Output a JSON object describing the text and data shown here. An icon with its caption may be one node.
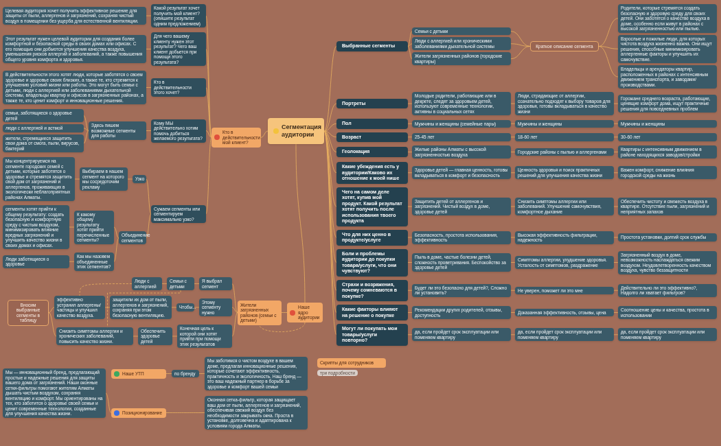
{
  "diagram": {
    "nodes": [
      {
        "text": [
          "Сегментация аудитории"
        ]
      },
      {
        "text": [
          "Выбранные сегменты"
        ]
      },
      {
        "text": [
          "Семьи с детьми"
        ]
      },
      {
        "text": [
          "Люди с аллергией или хроническими заболеваниями дыхательной системы"
        ]
      },
      {
        "text": [
          "Жители загрязненных районов (городские квартиры)"
        ]
      },
      {
        "text": [
          "Краткое описание сегмента"
        ]
      },
      {
        "text": [
          "Родители, которые стремятся создать безопасную и здоровую среду для своих детей. Они заботятся о качестве воздуха в доме, особенно если живут в районах с высокой загрязненностью или пылью."
        ]
      },
      {
        "text": [
          "Взрослые и пожилые люди, для которых чистота воздуха жизненно важна. Они ищут решения, способные минимизировать аллергенные факторы и улучшить их самочувствие."
        ]
      },
      {
        "text": [
          "Владельцы и арендаторы квартир, расположенных в районах с интенсивным движением транспорта, и заводами/производствами."
        ]
      },
      {
        "text": [
          "Портреты"
        ]
      },
      {
        "text": [
          "Молодые родители, работающие или в декрете, следят за здоровьем детей, используют современные технологии, активны в социальных сетях"
        ]
      },
      {
        "text": [
          "Люди, страдающие от аллергии, сознательно подходят к выбору товаров для здоровья, готовы вкладываться в качество жизни"
        ]
      },
      {
        "text": [
          "Горожане среднего возраста, работающие, ценящие комфорт дома, ищут практичные решения для повседневных проблем"
        ]
      },
      {
        "text": [
          "Пол"
        ]
      },
      {
        "text": [
          "Мужчины и женщины (семейные пары)"
        ]
      },
      {
        "text": [
          "Мужчины и женщины"
        ]
      },
      {
        "text": [
          "Мужчины и женщины"
        ]
      },
      {
        "text": [
          "Возраст"
        ]
      },
      {
        "text": [
          "25-45 лет"
        ]
      },
      {
        "text": [
          "18-60 лет"
        ]
      },
      {
        "text": [
          "30-60 лет"
        ]
      },
      {
        "text": [
          "Геолокация"
        ]
      },
      {
        "text": [
          "Жилые районы Алматы с высокой загрязненностью воздуха"
        ]
      },
      {
        "text": [
          "Городские районы с пылью и аллергенами"
        ]
      },
      {
        "text": [
          "Квартиры с интенсивным движением в районе находящихся заводов/стройки"
        ]
      },
      {
        "text": [
          "Какие убеждения есть у аудитории/Каково их отношение к моей нише"
        ]
      },
      {
        "text": [
          "Здоровье детей — главная ценность, готовы вкладываться в комфорт и безопасность"
        ]
      },
      {
        "text": [
          "Ценность здоровья и поиск практичных решений для улучшения качества жизни"
        ]
      },
      {
        "text": [
          "Важен комфорт, снижение влияния городской среды на жизнь"
        ]
      },
      {
        "text": [
          "Чего на самом деле хотят, купив мой продукт. Какой результат хотят получить после использования твоего продукта"
        ]
      },
      {
        "text": [
          "Защитить детей от аллергенов и загрязнений. Чистый воздух в доме, здоровье детей"
        ]
      },
      {
        "text": [
          "Снизить симптомы аллергии или заболеваний. Улучшение самочувствия, комфортное дыхание"
        ]
      },
      {
        "text": [
          "Обеспечить чистоту и свежесть воздуха в квартире. Отсутствие пыли, загрязнений и неприятных запахов"
        ]
      },
      {
        "text": [
          "Что для них ценно в продукте/услуге"
        ]
      },
      {
        "text": [
          "Безопасность, простота использования, эффективность"
        ]
      },
      {
        "text": [
          "Высокая эффективность фильтрации, надежность"
        ]
      },
      {
        "text": [
          "Простота установки, долгий срок службы"
        ]
      },
      {
        "text": [
          "Боли и проблемы аудитории до покупки товара/услуги, что они чувствуют?"
        ]
      },
      {
        "text": [
          "Пыль в доме, частые болезни детей, сложность проветривания. Беспокойство за здоровье детей"
        ]
      },
      {
        "text": [
          "Симптомы аллергии, ухудшение здоровья. Усталость от симптомов, раздражение"
        ]
      },
      {
        "text": [
          "Загрязненный воздух в доме, невозможность наслаждаться свежим воздухом. Неудовлетворенность качеством воздуха, чувство беззащитности"
        ]
      },
      {
        "text": [
          "Страхи и возражения, почему сомневаются в покупке?"
        ]
      },
      {
        "text": [
          "Будет ли это безопасно для детей?, Сложно ли установить?"
        ]
      },
      {
        "text": [
          "Не уверен, поможет ли это мне"
        ]
      },
      {
        "text": [
          "Действительно ли это эффективно?, Надолго ли хватает фильтров?"
        ]
      },
      {
        "text": [
          "Какие факторы влияют на решение о покупке"
        ]
      },
      {
        "text": [
          "Рекомендации других родителей, отзывы, доступность"
        ]
      },
      {
        "text": [
          "Доказанная эффективность, отзывы, цена"
        ]
      },
      {
        "text": [
          "Соотношение цены и качества, простота в использовании"
        ]
      },
      {
        "text": [
          "Могут ли покупать мои товары/услуги повторно?"
        ]
      },
      {
        "text": [
          "да, если пройдет срок эксплуатации или поменяем квартиру"
        ]
      },
      {
        "text": [
          "да, если пройдет срок эксплуатации или поменяем квартиру"
        ]
      },
      {
        "text": [
          "да, если пройдет срок эксплуатации или поменяем квартиру"
        ]
      },
      {
        "text": [
          "Кто в действительности мой клиент?"
        ]
      },
      {
        "text": [
          "Какой результат хочет получить мой клиент? (опишите результат одним предложением)"
        ]
      },
      {
        "text": [
          "Целевая аудитория хочет получить эффективное решение для защиты от пыли, аллергенов и загрязнений, сохраняя чистый воздух в помещении без ущерба для естественной вентиляции."
        ]
      },
      {
        "text": [
          "Для чего вашему клиенту нужен этот результат? Чего ваш клиент добьется при помощи этого результата?"
        ]
      },
      {
        "text": [
          "Этот результат нужен целевой аудитории для создания более комфортной и безопасной среды в своих домах или офисах. С его помощью они добьются улучшения качества воздуха, уменьшения рисков аллергий и заболеваний, а также повышения общего уровня комфорта и здоровья."
        ]
      },
      {
        "text": [
          "Кто в действительности этого хочет?"
        ]
      },
      {
        "text": [
          "В действительности этого хотят люди, которые заботятся о своем здоровье и здоровье своих близких, а также те, кто стремится к улучшению условий жизни или работы. Это могут быть семьи с детьми, люди с аллергией или заболеваниями дыхательной системы, владельцы квартир и офисов в загрязненных районах, а также те, кто ценит комфорт и инновационные решения."
        ]
      },
      {
        "text": [
          "Кому МЫ действительно хотим помочь добиться желаемого результата?"
        ]
      },
      {
        "text": [
          "Здесь пишем возможные сегменты для работы"
        ]
      },
      {
        "text": [
          "семьи, заботящиеся о здоровье детей"
        ]
      },
      {
        "text": [
          "люди с аллергией и астмой"
        ]
      },
      {
        "text": [
          "жители, стремящиеся защитить свои дома от смога, пыли, вирусов, бактерий"
        ]
      },
      {
        "text": [
          "Сужаем сегменты или сегментируем максимально узко?"
        ]
      },
      {
        "text": [
          "Узко"
        ]
      },
      {
        "text": [
          "Выбираем в нашем сегмент на которого мы сосредоточим рекламу"
        ]
      },
      {
        "text": [
          "Мы концентрируемся на сегменте городских семей с детьми, которые заботятся о здоровье и стремятся защитить свой дом от загрязнений и аллергенов, проживающих в экологически неблагоприятных районах Алматы."
        ]
      },
      {
        "text": [
          "Объединение сегментов"
        ]
      },
      {
        "text": [
          "К какому общему результату хотят прийти перечисленные сегменты?"
        ]
      },
      {
        "text": [
          "сегменты хотят прийти к общему результату: создать безопасную и комфортную среду с чистым воздухом, минимизировать влияние вредных загрязнений и улучшить качество жизни в своих домах и офисах."
        ]
      },
      {
        "text": [
          "Как мы назовем объединенные этих сегментов?"
        ]
      },
      {
        "text": [
          "Люди заботящиеся о здоровье"
        ]
      },
      {
        "text": [
          "Наше ядро аудитории"
        ]
      },
      {
        "text": [
          "Жители загрязненных районов (семьи с детьми)"
        ]
      },
      {
        "text": [
          "Я выбрал сегмент"
        ]
      },
      {
        "text": [
          "Семьи с детьми"
        ]
      },
      {
        "text": [
          "Люди с аллергией"
        ]
      },
      {
        "text": [
          "Этому сегменту нужно"
        ]
      },
      {
        "text": [
          "Чтобы..."
        ]
      },
      {
        "text": [
          "защитили их дом от пыли, аллергенов и загрязнений, сохраняя при этом безопасную вентиляцию."
        ]
      },
      {
        "text": [
          "эффективно устранил аллергены/частицы и улучшил качество воздуха."
        ]
      },
      {
        "text": [
          "Конечная цель к которой они хотят прийти при помощи этих результатов"
        ]
      },
      {
        "text": [
          "Обеспечить здоровье детей"
        ]
      },
      {
        "text": [
          "Снизить симптомы аллергии и хронических заболеваний, повысить качество жизни."
        ]
      },
      {
        "text": [
          "Вносим выбранные сегменты в таблицу"
        ]
      },
      {
        "text": [
          "Скрипты для сотрудников"
        ],
        "beside": [
          "три подробности"
        ]
      },
      {
        "text": [
          "Наше УТП"
        ]
      },
      {
        "text": [
          "по бренду"
        ]
      },
      {
        "text": [
          "Мы заботимся о чистом воздухе в вашем доме, предлагая инновационные решения, которые сочетают эффективность, практичность и экологичность. Наш бренд — это ваш надежный партнер в борьбе за здоровье и комфорт вашей семьи"
        ]
      },
      {
        "text": [
          "Позиционирование"
        ]
      },
      {
        "text": [
          "Оконная сетка-фильтр, которая защищает ваш дом от пыли, аллергенов и загрязнений, обеспечивая свежий воздух без необходимости закрывать окна. Проста в установке, долговечна и адаптирована к условиям города Алматы."
        ]
      },
      {
        "text": [
          "Мы — инновационный бренд, предлагающий простые и надежные решения для защиты вашего дома от загрязнений. Наши оконные сетки-фильтры помогают жителям Алматы дышать чистым воздухом, сохраняя вентиляцию и комфорт. Мы ориентированы на тех, кто заботится о здоровье своей семьи и ценит современные технологии, созданные для улучшения качества жизни."
        ]
      }
    ],
    "edges": [
      {
        "from": 0,
        "to": 1,
        "arrow": "none"
      },
      {
        "from": 0,
        "to": 9,
        "arrow": "none"
      },
      {
        "from": 0,
        "to": 13,
        "arrow": "none"
      },
      {
        "from": 0,
        "to": 17,
        "arrow": "none"
      },
      {
        "from": 0,
        "to": 21,
        "arrow": "none"
      },
      {
        "from": 0,
        "to": 25,
        "arrow": "none"
      },
      {
        "from": 0,
        "to": 29,
        "arrow": "none"
      },
      {
        "from": 0,
        "to": 33,
        "arrow": "none"
      },
      {
        "from": 0,
        "to": 37,
        "arrow": "none"
      },
      {
        "from": 0,
        "to": 41,
        "arrow": "none"
      },
      {
        "from": 0,
        "to": 45,
        "arrow": "none"
      },
      {
        "from": 0,
        "to": 49,
        "arrow": "none"
      },
      {
        "from": 1,
        "to": 2,
        "arrow": "none"
      },
      {
        "from": 1,
        "to": 3,
        "arrow": "none"
      },
      {
        "from": 1,
        "to": 4,
        "arrow": "none"
      },
      {
        "from": 2,
        "to": 5,
        "arrow": "none"
      },
      {
        "from": 3,
        "to": 5,
        "arrow": "none"
      },
      {
        "from": 4,
        "to": 5,
        "arrow": "none"
      },
      {
        "from": 5,
        "to": 6,
        "arrow": "none"
      },
      {
        "from": 5,
        "to": 7,
        "arrow": "none"
      },
      {
        "from": 5,
        "to": 8,
        "arrow": "none"
      },
      {
        "from": 9,
        "to": 10,
        "arrow": "none"
      },
      {
        "from": 10,
        "to": 11,
        "arrow": "none"
      },
      {
        "from": 11,
        "to": 12,
        "arrow": "none"
      },
      {
        "from": 13,
        "to": 14,
        "arrow": "none"
      },
      {
        "from": 14,
        "to": 15,
        "arrow": "none"
      },
      {
        "from": 15,
        "to": 16,
        "arrow": "none"
      },
      {
        "from": 17,
        "to": 18,
        "arrow": "none"
      },
      {
        "from": 18,
        "to": 19,
        "arrow": "none"
      },
      {
        "from": 19,
        "to": 20,
        "arrow": "none"
      },
      {
        "from": 21,
        "to": 22,
        "arrow": "none"
      },
      {
        "from": 22,
        "to": 23,
        "arrow": "none"
      },
      {
        "from": 23,
        "to": 24,
        "arrow": "none"
      },
      {
        "from": 25,
        "to": 26,
        "arrow": "none"
      },
      {
        "from": 26,
        "to": 27,
        "arrow": "none"
      },
      {
        "from": 27,
        "to": 28,
        "arrow": "none"
      },
      {
        "from": 29,
        "to": 30,
        "arrow": "none"
      },
      {
        "from": 30,
        "to": 31,
        "arrow": "none"
      },
      {
        "from": 31,
        "to": 32,
        "arrow": "none"
      },
      {
        "from": 33,
        "to": 34,
        "arrow": "none"
      },
      {
        "from": 34,
        "to": 35,
        "arrow": "none"
      },
      {
        "from": 35,
        "to": 36,
        "arrow": "none"
      },
      {
        "from": 37,
        "to": 38,
        "arrow": "none"
      },
      {
        "from": 38,
        "to": 39,
        "arrow": "none"
      },
      {
        "from": 39,
        "to": 40,
        "arrow": "none"
      },
      {
        "from": 41,
        "to": 42,
        "arrow": "none"
      },
      {
        "from": 42,
        "to": 43,
        "arrow": "none"
      },
      {
        "from": 43,
        "to": 44,
        "arrow": "none"
      },
      {
        "from": 45,
        "to": 46,
        "arrow": "none"
      },
      {
        "from": 46,
        "to": 47,
        "arrow": "none"
      },
      {
        "from": 47,
        "to": 48,
        "arrow": "none"
      },
      {
        "from": 49,
        "to": 50,
        "arrow": "none"
      },
      {
        "from": 50,
        "to": 51,
        "arrow": "none"
      },
      {
        "from": 51,
        "to": 52,
        "arrow": "none"
      },
      {
        "from": 0,
        "to": 53,
        "arrow": "none"
      },
      {
        "from": 0,
        "to": 74,
        "arrow": "none"
      },
      {
        "from": 53,
        "to": 54,
        "arrow": "none"
      },
      {
        "from": 53,
        "to": 56,
        "arrow": "none"
      },
      {
        "from": 53,
        "to": 58,
        "arrow": "none"
      },
      {
        "from": 53,
        "to": 60,
        "arrow": "none"
      },
      {
        "from": 53,
        "to": 65,
        "arrow": "none"
      },
      {
        "from": 54,
        "to": 55,
        "arrow": "none"
      },
      {
        "from": 56,
        "to": 57,
        "arrow": "none"
      },
      {
        "from": 58,
        "to": 59,
        "arrow": "none"
      },
      {
        "from": 60,
        "to": 61,
        "arrow": "none"
      },
      {
        "from": 61,
        "to": 62,
        "arrow": "none"
      },
      {
        "from": 61,
        "to": 63,
        "arrow": "none"
      },
      {
        "from": 61,
        "to": 64,
        "arrow": "none"
      },
      {
        "from": 65,
        "to": 66,
        "arrow": "none"
      },
      {
        "from": 65,
        "to": 69,
        "arrow": "none"
      },
      {
        "from": 66,
        "to": 67,
        "arrow": "none"
      },
      {
        "from": 67,
        "to": 68,
        "arrow": "none"
      },
      {
        "from": 69,
        "to": 70,
        "arrow": "none"
      },
      {
        "from": 69,
        "to": 72,
        "arrow": "none"
      },
      {
        "from": 70,
        "to": 71,
        "arrow": "none"
      },
      {
        "from": 72,
        "to": 73,
        "arrow": "none"
      },
      {
        "from": 74,
        "to": 75,
        "arrow": "none"
      },
      {
        "from": 74,
        "to": 75,
        "arrow": "none",
        "style": "dashed"
      },
      {
        "from": 75,
        "to": 76,
        "arrow": "none"
      },
      {
        "from": 75,
        "to": 79,
        "arrow": "none"
      },
      {
        "from": 75,
        "to": 83,
        "arrow": "none"
      },
      {
        "from": 76,
        "to": 77,
        "arrow": "none"
      },
      {
        "from": 77,
        "to": 78,
        "arrow": "none"
      },
      {
        "from": 79,
        "to": 80,
        "arrow": "none"
      },
      {
        "from": 80,
        "to": 81,
        "arrow": "none"
      },
      {
        "from": 81,
        "to": 82,
        "arrow": "none"
      },
      {
        "from": 83,
        "to": 84,
        "arrow": "none"
      },
      {
        "from": 84,
        "to": 85,
        "arrow": "none"
      },
      {
        "from": 82,
        "to": 86,
        "arrow": "none"
      },
      {
        "from": 85,
        "to": 86,
        "arrow": "none"
      },
      {
        "from": 78,
        "to": 82,
        "arrow": "none",
        "style": "dashed"
      },
      {
        "from": 77,
        "to": 85,
        "arrow": "none",
        "style": "dashed"
      },
      {
        "from": 88,
        "to": 89,
        "arrow": "none"
      },
      {
        "from": 89,
        "to": 90,
        "arrow": "none"
      },
      {
        "from": 91,
        "to": 92,
        "arrow": "none"
      },
      {
        "from": 91,
        "to": 93,
        "arrow": "none"
      }
    ]
  }
}
